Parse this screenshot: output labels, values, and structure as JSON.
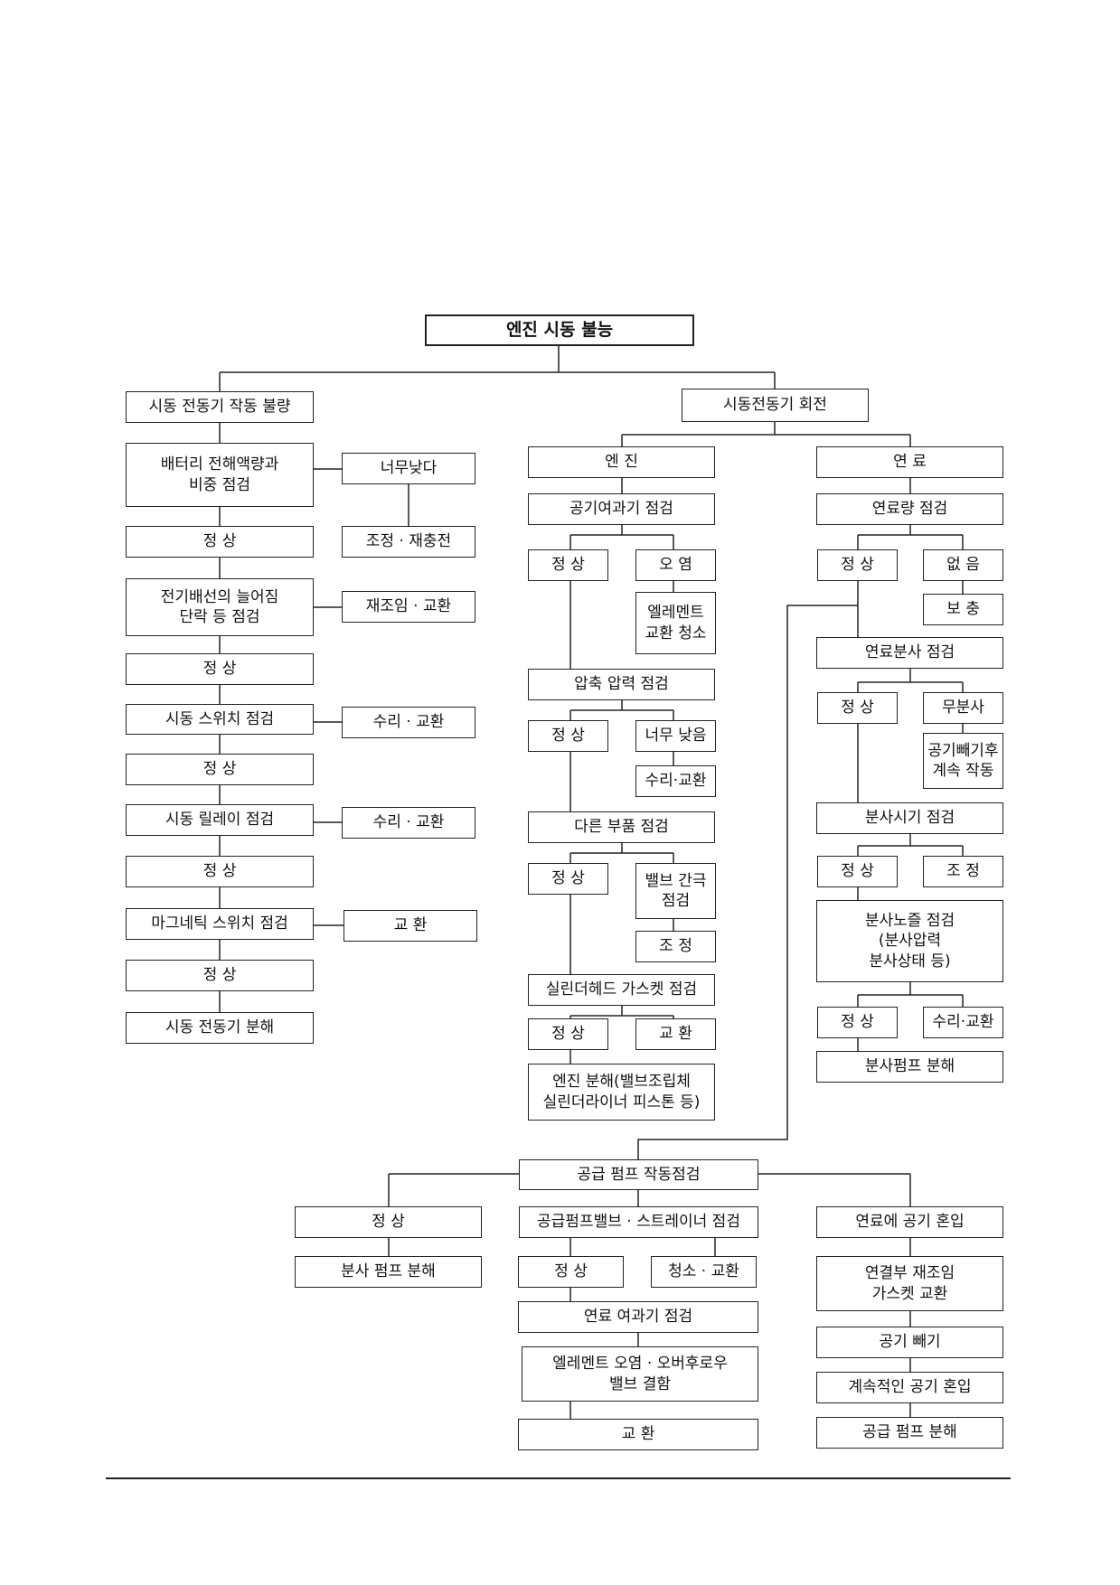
{
  "root": "엔진 시동 불능",
  "starter_motor": {
    "fail": "시동 전동기 작동 불량",
    "battery_check": "배터리 전해액량과\n비중 점검",
    "too_low": "너무낮다",
    "adjust_recharge": "조정 · 재충전",
    "normal_1": "정  상",
    "wiring_check": "전기배선의 늘어짐\n단락 등 점검",
    "reassemble_replace": "재조임 · 교환",
    "normal_2": "정  상",
    "switch_check": "시동 스위치 점검",
    "repair_replace_1": "수리 · 교환",
    "normal_3": "정  상",
    "relay_check": "시동 릴레이 점검",
    "repair_replace_2": "수리 · 교환",
    "normal_4": "정  상",
    "magnetic_switch_check": "마그네틱 스위치 점검",
    "replace": "교  환",
    "normal_5": "정  상",
    "disassemble": "시동 전동기 분해"
  },
  "rotation": {
    "label": "시동전동기 회전"
  },
  "engine": {
    "label": "엔  진",
    "air_filter_check": "공기여과기 점검",
    "normal_1": "정  상",
    "contamination": "오  염",
    "element_clean": "엘레멘트\n교환 청소",
    "compression_check": "압축 압력 점검",
    "normal_2": "정  상",
    "too_low": "너무 낮음",
    "repair_replace": "수리·교환",
    "other_parts_check": "다른 부품 점검",
    "normal_3": "정  상",
    "valve_gap_check": "밸브 간극\n점검",
    "adjust": "조  정",
    "gasket_check": "실린더헤드 가스켓 점검",
    "normal_4": "정  상",
    "replace": "교  환",
    "disassemble": "엔진 분해(밸브조립체\n실린더라이너 피스톤 등)"
  },
  "fuel": {
    "label": "연  료",
    "level_check": "연료량 점검",
    "normal_1": "정  상",
    "none": "없  음",
    "refill": "보  충",
    "injection_check": "연료분사 점검",
    "normal_2": "정  상",
    "no_injection": "무분사",
    "bleed_continue": "공기빼기후\n계속 작동",
    "timing_check": "분사시기 점검",
    "normal_3": "정  상",
    "adjust": "조  정",
    "nozzle_check": "분사노즐 점검\n(분사압력\n분사상태 등)",
    "normal_4": "정  상",
    "repair_replace": "수리·교환",
    "pump_disassemble": "분사펌프 분해"
  },
  "supply_pump": {
    "check": "공급 펌프 작동점검",
    "normal": "정  상",
    "injection_pump_disassemble": "분사 펌프 분해",
    "valve_strainer_check": "공급펌프밸브 · 스트레이너 점검",
    "normal_2": "정  상",
    "clean_replace": "청소 · 교환",
    "fuel_filter_check": "연료 여과기 점검",
    "element_fault": "엘레멘트 오염 · 오버후로우\n밸브 결함",
    "replace": "교  환",
    "air_in_fuel": "연료에 공기 혼입",
    "joint_reassemble": "연결부 재조임\n가스켓 교환",
    "air_bleed": "공기 빼기",
    "continuous_air": "계속적인 공기 혼입",
    "pump_disassemble": "공급 펌프 분해"
  }
}
